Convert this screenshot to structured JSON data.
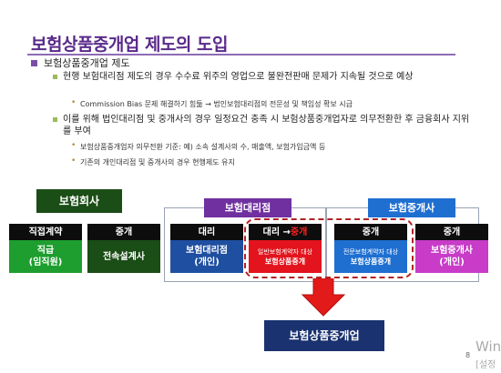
{
  "slide": {
    "title": "보험상품중개업 제도의 도입",
    "level1": "보험상품중개업 제도",
    "bullets": [
      {
        "text": "현행 보험대리점 제도의 경우 수수료 위주의 영업으로 불완전판매 문제가 지속될 것으로 예상",
        "subs": [
          "Commission Bias 문제 해결하기 힘듦 → 법인보험대리점의 전문성 및 책임성 확보 시급"
        ]
      },
      {
        "text": "이를 위해 법인대리점 및 중개사의 경우 일정요건 충족 시 보험상품중개업자로 의무전환한 후 금융회사 지위를 부여",
        "subs": [
          "보험상품중개업자 의무전환 기준: 예) 소속 설계사의 수, 매출액, 보험가입금액 등",
          "기존의 개인대리점 및 중개사의 경우 현행제도 유지"
        ]
      }
    ],
    "page_number": "8",
    "watermark": {
      "line1": "Win",
      "line2": "[설정"
    }
  },
  "diagram": {
    "insurer": "보험회사",
    "agency_group": "보험대리점",
    "broker_group": "보험중개사",
    "direct_header": "직접계약",
    "direct_body": "직급\n(임직원)",
    "brokerage_header": "중개",
    "brokerage_body": "전속설계사",
    "agent_header": "대리",
    "agent_body": "보험대리점\n(개인)",
    "agent_convert_header_a": "대리 → ",
    "agent_convert_header_b": "중개",
    "agent_convert_body_1": "일반보험계약자 대상",
    "agent_convert_body_2": "보험상품중개",
    "broker_convert_header": "중개",
    "broker_convert_body_1": "전문보험계약자 대상",
    "broker_convert_body_2": "보험상품중개",
    "broker_header": "중개",
    "broker_body": "보험중개사\n(개인)",
    "result": "보험상품중개업"
  },
  "colors": {
    "title": "#5a2a8a",
    "purple": "#7030a0",
    "blue": "#1f6fd1",
    "navy": "#1a3270",
    "dark_green": "#1b4d16",
    "green": "#1d9e2e",
    "magenta": "#c83cc8",
    "red": "#e3141d",
    "dashed_red": "#b22222"
  }
}
